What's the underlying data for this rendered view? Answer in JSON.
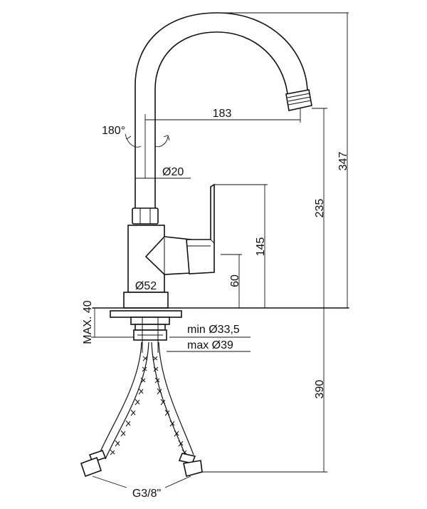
{
  "diagram": {
    "dimensions": {
      "total_height": "347",
      "spout_height": "235",
      "lever_height": "145",
      "body_height": "60",
      "spout_reach": "183",
      "rotation": "180°",
      "spout_diameter": "Ø20",
      "base_diameter": "Ø52",
      "max_thickness": "MAX. 40",
      "hole_min": "min Ø33,5",
      "hole_max": "max Ø39",
      "hose_length": "390",
      "connection_thread": "G3/8\""
    }
  }
}
